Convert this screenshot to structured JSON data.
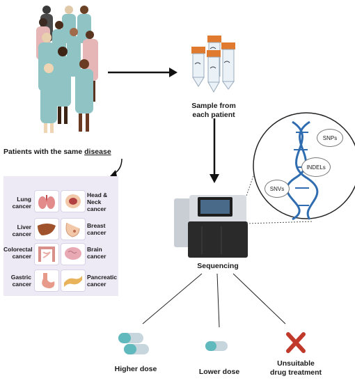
{
  "patients_label": {
    "prefix": "Patients with the same ",
    "emph": "disease"
  },
  "sample_label": {
    "line1": "Sample from",
    "line2": "each patient"
  },
  "sequencing_label": "Sequencing",
  "variants": {
    "snps": "SNPs",
    "indels": "INDELs",
    "snvs": "SNVs"
  },
  "cancers": [
    {
      "line1": "Lung",
      "line2": "cancer"
    },
    {
      "line1": "Head &",
      "line2": "Neck",
      "line3": "cancer"
    },
    {
      "line1": "Liver",
      "line2": "cancer"
    },
    {
      "line1": "Breast",
      "line2": "cancer"
    },
    {
      "line1": "Colorectal",
      "line2": "cancer"
    },
    {
      "line1": "Brain",
      "line2": "cancer"
    },
    {
      "line1": "Gastric",
      "line2": "cancer"
    },
    {
      "line1": "Pancreatic",
      "line2": "cancer"
    }
  ],
  "outcomes": {
    "higher": "Higher dose",
    "lower": "Lower dose",
    "unsuitable_line1": "Unsuitable",
    "unsuitable_line2": "drug treatment"
  },
  "colors": {
    "gown": "#8fc3c4",
    "cancer_panel": "#ede9f5",
    "pill": "#5fb9bd",
    "cross": "#c0392b",
    "dna": "#2f6db0",
    "tube_cap": "#e07a2e"
  }
}
